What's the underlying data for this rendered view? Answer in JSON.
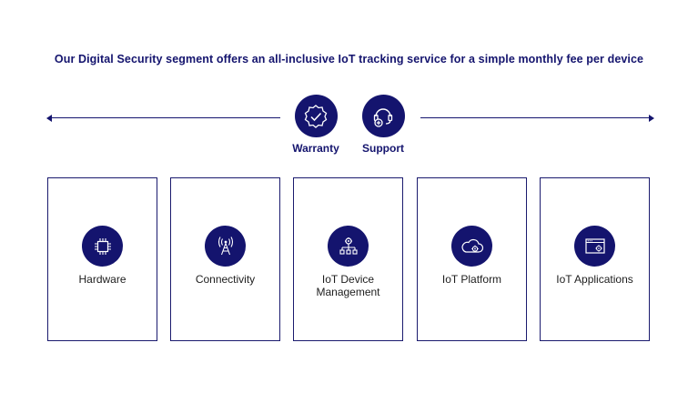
{
  "headline": "Our Digital Security segment offers an all-inclusive IoT tracking service for a simple monthly fee per device",
  "top_items": [
    {
      "label": "Warranty",
      "icon": "checkmark-badge-icon"
    },
    {
      "label": "Support",
      "icon": "headset-icon"
    }
  ],
  "cards": [
    {
      "label": "Hardware",
      "icon": "chip-icon"
    },
    {
      "label": "Connectivity",
      "icon": "antenna-tower-icon"
    },
    {
      "label": "IoT Device\nManagement",
      "icon": "hierarchy-gear-icon"
    },
    {
      "label": "IoT Platform",
      "icon": "cloud-gear-icon"
    },
    {
      "label": "IoT Applications",
      "icon": "browser-gear-icon"
    }
  ],
  "colors": {
    "accent": "#14146e",
    "text": "#1d1d1d",
    "background": "#ffffff"
  }
}
